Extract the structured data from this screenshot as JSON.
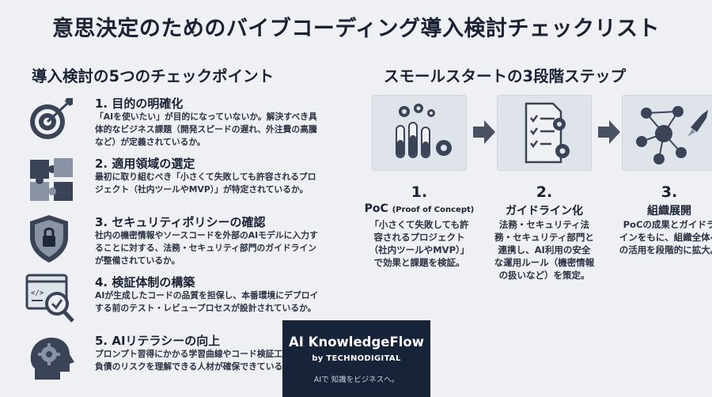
{
  "title": "意思決定のためのバイブコーディング導入検討チェックリスト",
  "left": {
    "heading": "導入検討の5つのチェックポイント",
    "items": [
      {
        "head": "1. 目的の明確化",
        "body": "「AIを使いたい」が目的になっていないか。解決すべき具体的なビジネス課題（開発スピードの遅れ、外注費の高騰など）が定義されているか。",
        "icon": "target-icon"
      },
      {
        "head": "2. 適用領域の選定",
        "body": "最初に取り組むべき「小さくて失敗しても許容されるプロジェクト（社内ツールやMVP）」が特定されているか。",
        "icon": "puzzle-icon"
      },
      {
        "head": "3. セキュリティポリシーの確認",
        "body": "社内の機密情報やソースコードを外部のAIモデルに入力することに対する、法務・セキュリティ部門のガイドラインが整備されているか。",
        "icon": "shield-lock-icon"
      },
      {
        "head": "4. 検証体制の構築",
        "body": "AIが生成したコードの品質を担保し、本番環境にデプロイする前のテスト・レビュープロセスが設計されているか。",
        "icon": "code-magnifier-icon"
      },
      {
        "head": "5. AIリテラシーの向上",
        "body": "プロンプト習得にかかる学習曲線やコード検証工数、技術負債のリスクを理解できる人材が確保できているか。",
        "icon": "head-gear-icon"
      }
    ]
  },
  "right": {
    "heading": "スモールスタートの3段階ステップ",
    "steps": [
      {
        "num": "1.",
        "title": "PoC",
        "subtitle": "(Proof of Concept)",
        "body": "「小さくて失敗しても許容されるプロジェクト（社内ツールやMVP）」で効果と課題を検証。",
        "icon": "test-tubes-icon"
      },
      {
        "num": "2.",
        "title": "ガイドライン化",
        "subtitle": "",
        "body": "法務・セキュリティ法務・セキュリティ部門と連携し、AI利用の安全な運用ルール（機密情報の扱いなど）を策定。",
        "icon": "checklist-icon"
      },
      {
        "num": "3.",
        "title": "組織展開",
        "subtitle": "",
        "body": "PoCの成果とガイドラインをもに、組織全体への活用を段階的に拡大。",
        "icon": "network-rocket-icon"
      }
    ]
  },
  "brand": {
    "name": "AI KnowledgeFlow",
    "by": "by TECHNODIGITAL",
    "tagline": "AIで 知識をビジネスへ。"
  },
  "colors": {
    "background": "#eef0f4",
    "text": "#1a2233",
    "icon_dark": "#3b4456",
    "brand_bg": "#162338"
  }
}
